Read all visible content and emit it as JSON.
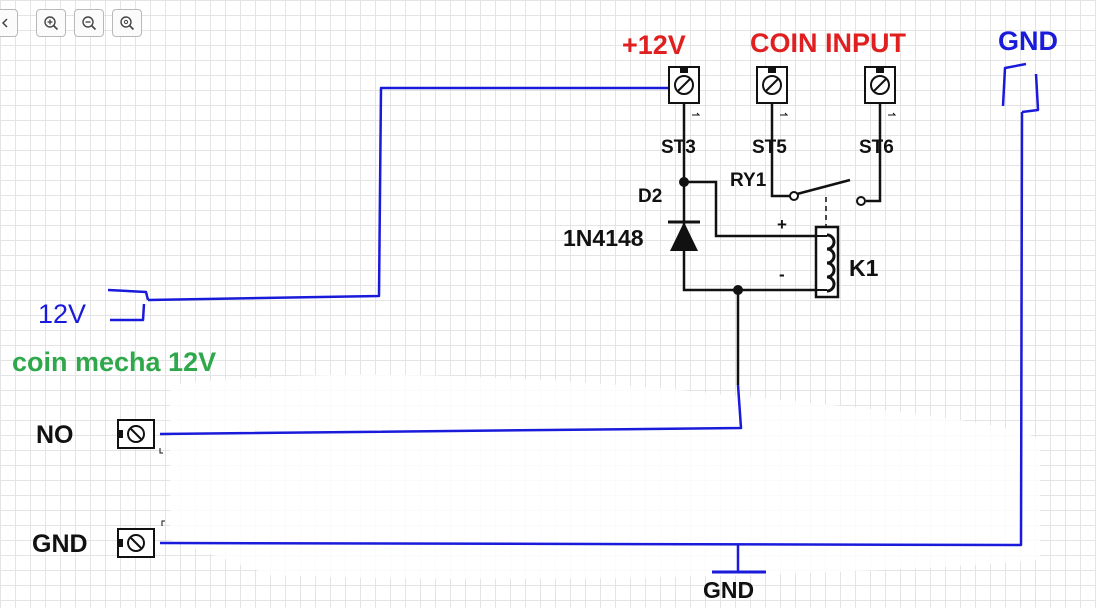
{
  "toolbar": {
    "buttons": [
      {
        "name": "back",
        "icon": "chevron-left-icon"
      },
      {
        "name": "zoom-in",
        "icon": "zoom-in-icon"
      },
      {
        "name": "zoom-out",
        "icon": "zoom-out-icon"
      },
      {
        "name": "zoom-reset",
        "icon": "zoom-fit-icon"
      }
    ]
  },
  "colors": {
    "red_label": "#e02020",
    "blue_wire": "#1a1adb",
    "green_label": "#2ea84a",
    "black": "#111111"
  },
  "labels": {
    "plus12v": "+12V",
    "coin_input": "COIN INPUT",
    "gnd_top": "GND",
    "st3": "ST3",
    "st5": "ST5",
    "st6": "ST6",
    "d2": "D2",
    "ry1": "RY1",
    "diode_part": "1N4148",
    "plus_sign": "+",
    "minus_sign": "-",
    "k1": "K1",
    "left_12v": "12V",
    "coin_mecha": "coin mecha 12V",
    "no": "NO",
    "gnd_left": "GND",
    "gnd_bottom": "GND"
  }
}
